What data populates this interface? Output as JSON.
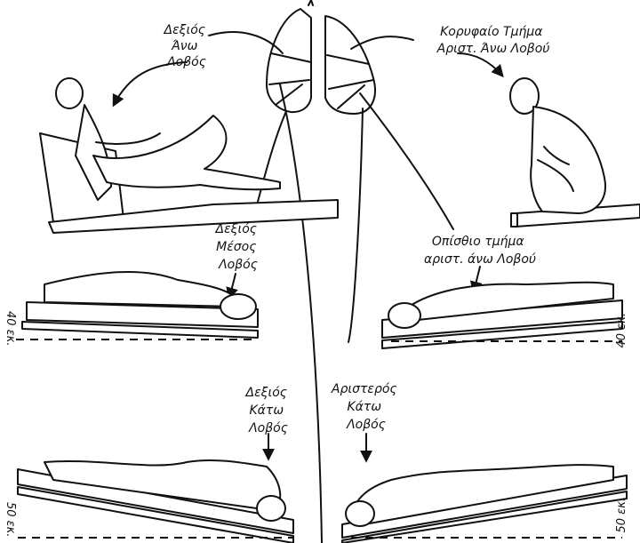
{
  "labels": {
    "right_upper_lobe": [
      "Δεξιός",
      "Άνω",
      "Λοβός"
    ],
    "left_upper_apical": [
      "Κορυφαίο Τμήμα",
      "Αριστ. Άνω Λοβού"
    ],
    "right_middle_lobe": [
      "Δεξιός",
      "Μέσος",
      "Λοβός"
    ],
    "left_upper_posterior": [
      "Οπίσθιο τμήμα",
      "αριστ. άνω Λοβού"
    ],
    "right_lower_lobe": [
      "Δεξιός",
      "Κάτω",
      "Λοβός"
    ],
    "left_lower_lobe": [
      "Αριστερός",
      "Κάτω",
      "Λοβός"
    ]
  },
  "elevation": {
    "left_middle": "40 εκ.",
    "right_middle": "40 εκ.",
    "left_bottom": "50 εκ.",
    "right_bottom": "50 εκ."
  }
}
